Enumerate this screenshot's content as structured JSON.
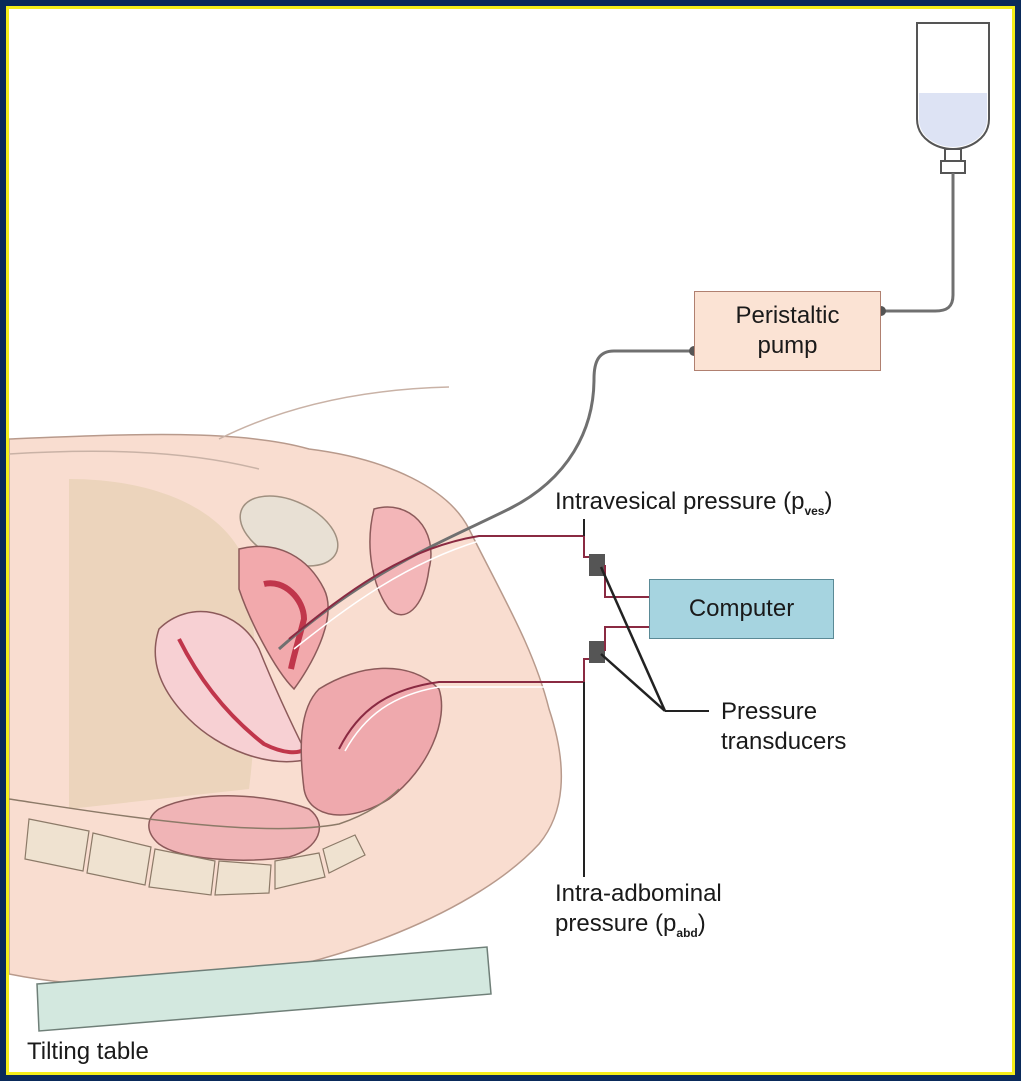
{
  "labels": {
    "pump_line1": "Peristaltic",
    "pump_line2": "pump",
    "computer": "Computer",
    "ves_prefix": "Intravesical pressure (p",
    "ves_sub": "ves",
    "ves_suffix": ")",
    "abd_line1": "Intra-adbominal",
    "abd_prefix": "pressure (p",
    "abd_sub": "abd",
    "abd_suffix": ")",
    "transducers_line1": "Pressure",
    "transducers_line2": "transducers",
    "table": "Tilting table"
  },
  "colors": {
    "frame": "#0a2a5a",
    "border": "#f4ee1a",
    "pump_fill": "#fbe3d4",
    "computer_fill": "#a6d4e0",
    "table_fill": "#d3e8df",
    "skin": "#f9ddd0",
    "organ": "#f3b6b8",
    "catheter": "#8a2a42"
  },
  "icons": {
    "fluid_bag": "iv-bag-icon",
    "transducer": "transducer-icon"
  }
}
